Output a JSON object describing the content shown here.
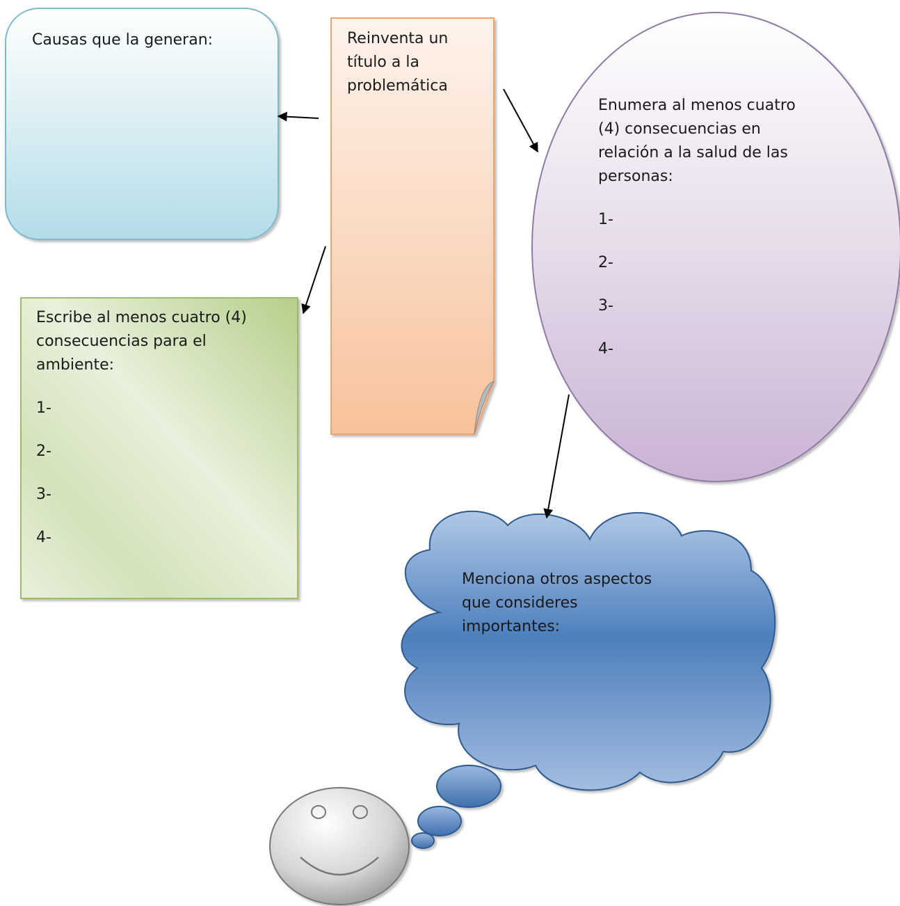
{
  "causes_box": {
    "text": "Causas que la generan:"
  },
  "title_note": {
    "lines": [
      "Reinventa un",
      "título a la",
      "problemática"
    ]
  },
  "health_oval": {
    "lines": [
      "Enumera  al menos cuatro",
      "(4) consecuencias en",
      "relación a la salud de las",
      "personas:"
    ],
    "items": [
      "1-",
      "2-",
      "3-",
      "4-"
    ]
  },
  "environment_box": {
    "lines": [
      "Escribe al menos  cuatro (4)",
      "consecuencias para el",
      "ambiente:"
    ],
    "items": [
      "1-",
      "2-",
      "3-",
      "4-"
    ]
  },
  "thought_cloud": {
    "lines": [
      "Menciona otros aspectos",
      "que consideres",
      "importantes:"
    ]
  },
  "colors": {
    "causes_top": "#ffffff",
    "causes_bottom": "#b8dfe9",
    "causes_border": "#7fb9cc",
    "note_top": "#fdeee4",
    "note_bottom": "#f9c59f",
    "note_border": "#f0a46c",
    "oval_top": "#ffffff",
    "oval_bottom": "#cdb8d6",
    "oval_border": "#8f7aa6",
    "env_fill": "#e6efd8",
    "env_dark": "#b9d191",
    "env_border": "#9dbb6d",
    "cloud_light": "#a9c3e3",
    "cloud_mid": "#4f80bd",
    "cloud_border": "#2f5a8f",
    "face_light": "#ffffff",
    "face_dark": "#9a9a9a"
  }
}
